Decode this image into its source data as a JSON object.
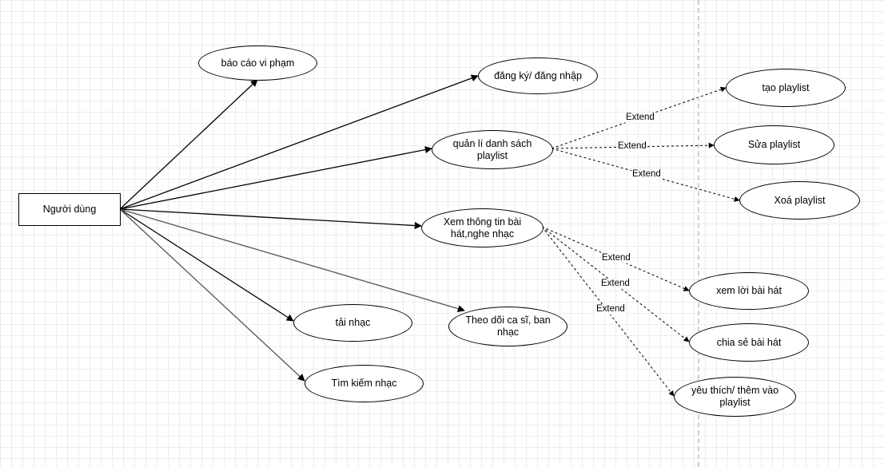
{
  "diagram": {
    "actor": {
      "label": "Người dùng"
    },
    "use_cases": {
      "report": "báo cáo vi phạm",
      "register_login": "đăng ký/ đăng nhập",
      "manage_playlist": "quản lí danh sách playlist",
      "view_song": "Xem thông tin bài hát,nghe nhạc",
      "follow": "Theo dõi ca sĩ, ban nhạc",
      "download": "tải nhạc",
      "search": "Tìm kiếm nhạc",
      "create_playlist": "tạo playlist",
      "edit_playlist": "Sửa playlist",
      "delete_playlist": "Xoá playlist",
      "lyrics": "xem lời bài hát",
      "share": "chia sẻ bài hát",
      "favorite": "yêu thích/ thêm vào playlist"
    },
    "extend_labels": {
      "create_playlist": "Extend",
      "edit_playlist": "Extend",
      "delete_playlist": "Extend",
      "lyrics": "Extend",
      "share": "Extend",
      "favorite": "Extend"
    },
    "colors": {
      "line": "#000000",
      "divider": "#cfcfcf",
      "grid": "#ececec"
    }
  }
}
